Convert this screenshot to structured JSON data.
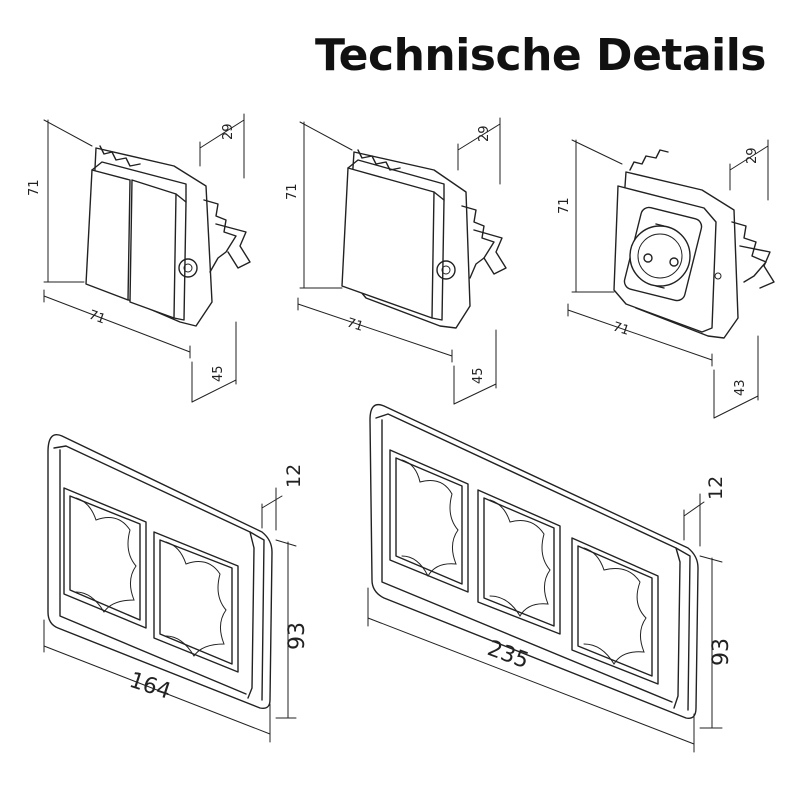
{
  "title": "Technische Details",
  "modules": {
    "double_switch": {
      "height": "71",
      "width": "71",
      "top_depth": "29",
      "depth": "45"
    },
    "single_switch": {
      "height": "71",
      "width": "71",
      "top_depth": "29",
      "depth": "45"
    },
    "socket": {
      "height": "71",
      "width": "71",
      "top_depth": "29",
      "depth": "43"
    }
  },
  "frames": {
    "double_frame": {
      "width": "164",
      "height": "93",
      "depth": "12"
    },
    "triple_frame": {
      "width": "235",
      "height": "93",
      "depth": "12"
    }
  }
}
